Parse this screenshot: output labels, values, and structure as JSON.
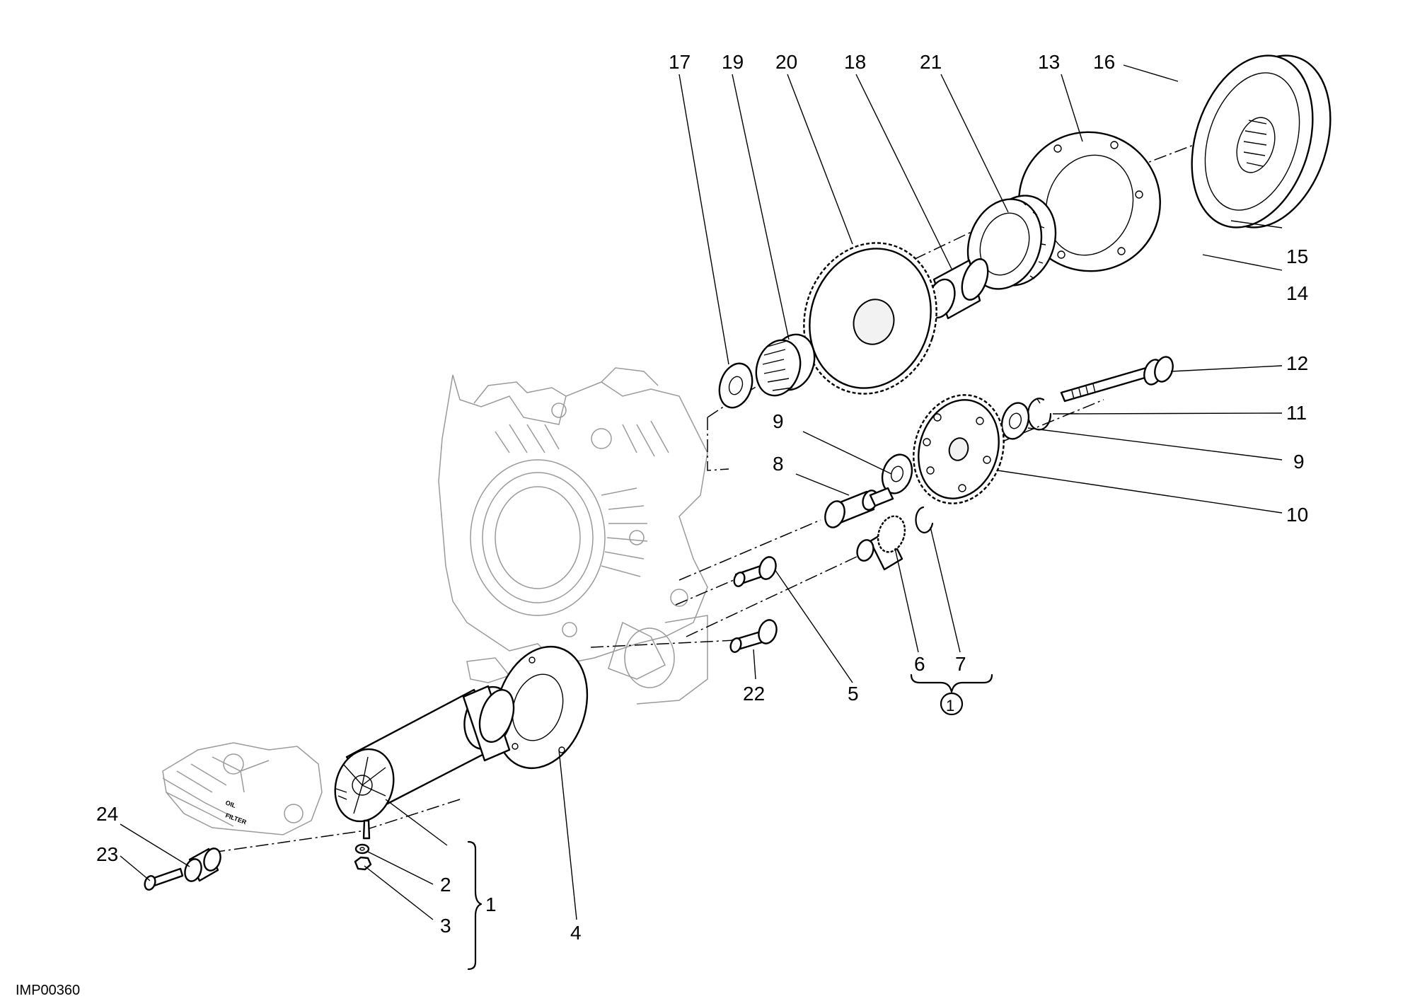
{
  "diagram": {
    "figure_code": "IMP00360",
    "callouts": [
      "17",
      "19",
      "20",
      "18",
      "21",
      "13",
      "16",
      "15",
      "14",
      "12",
      "11",
      "9",
      "9",
      "10",
      "8",
      "6",
      "7",
      "1",
      "5",
      "22",
      "4",
      "24",
      "23",
      "2",
      "3",
      "1"
    ],
    "filter_text": [
      "OIL",
      "FILTER"
    ]
  }
}
